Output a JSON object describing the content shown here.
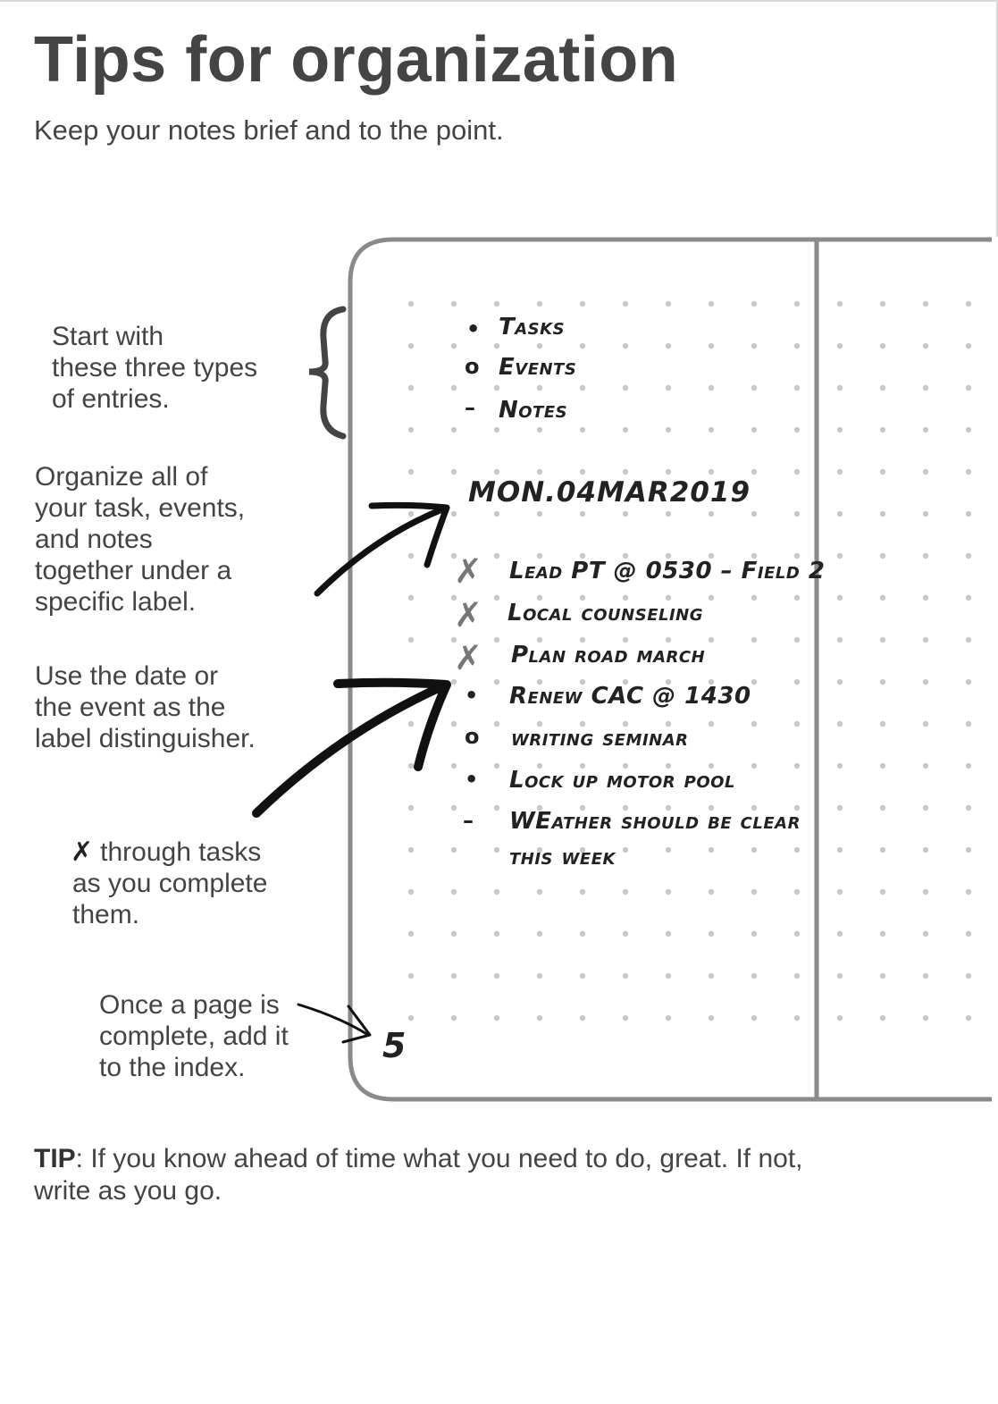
{
  "title": "Tips for organization",
  "subtitle": "Keep your notes brief and to the point.",
  "callouts": {
    "types": [
      "Start with",
      "these three types",
      "of entries."
    ],
    "organize": [
      "Organize all of",
      "your task, events,",
      "and notes",
      "together under a",
      "specific label."
    ],
    "label": [
      "Use the date or",
      "the event as the",
      "label distinguisher."
    ],
    "xtasks": {
      "mark": "✗",
      "lines": [
        "through tasks",
        "as you complete",
        "them."
      ]
    },
    "index": [
      "Once a page is",
      "complete, add it",
      "to the index."
    ]
  },
  "notebook": {
    "key": [
      {
        "bullet": "•",
        "label": "Tasks"
      },
      {
        "bullet": "o",
        "label": "Events"
      },
      {
        "bullet": "–",
        "label": "Notes"
      }
    ],
    "date_label": "MON.04MAR2019",
    "entries": [
      {
        "bullet": "✗",
        "text": "Lead PT @ 0530 – Field 2"
      },
      {
        "bullet": "✗",
        "text": "Local counseling"
      },
      {
        "bullet": "✗",
        "text": "Plan road march"
      },
      {
        "bullet": "•",
        "text": "Renew CAC @ 1430"
      },
      {
        "bullet": "o",
        "text": "writing seminar"
      },
      {
        "bullet": "•",
        "text": "Lock up motor pool"
      },
      {
        "bullet": "–",
        "text": "WEather should be clear"
      },
      {
        "bullet": "",
        "text": "this week"
      }
    ],
    "page_number": "5"
  },
  "tip": {
    "prefix": "TIP",
    "text": ": If you know ahead of time what you need to do, great. If not, write as you go."
  }
}
